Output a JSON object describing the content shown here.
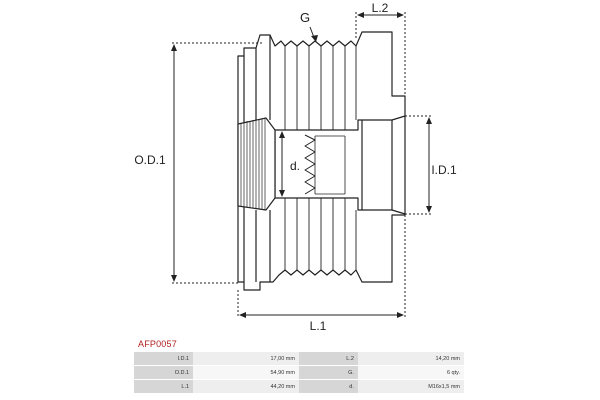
{
  "drawing": {
    "dimension_labels": {
      "groove": "G",
      "length_2": "L.2",
      "outer_diameter": "O.D.1",
      "inner_diameter": "I.D.1",
      "thread_d": "d.",
      "length_1": "L.1"
    },
    "line_color": "#222222"
  },
  "part_code": "AFP0057",
  "part_code_color": "#b02020",
  "specs": [
    {
      "label": "I.D.1",
      "value": "17,00 mm",
      "label2": "L.2",
      "value2": "14,20 mm"
    },
    {
      "label": "O.D.1",
      "value": "54,90 mm",
      "label2": "G.",
      "value2": "6 qty."
    },
    {
      "label": "L.1",
      "value": "44,20 mm",
      "label2": "d.",
      "value2": "M16x1,5 mm"
    }
  ]
}
